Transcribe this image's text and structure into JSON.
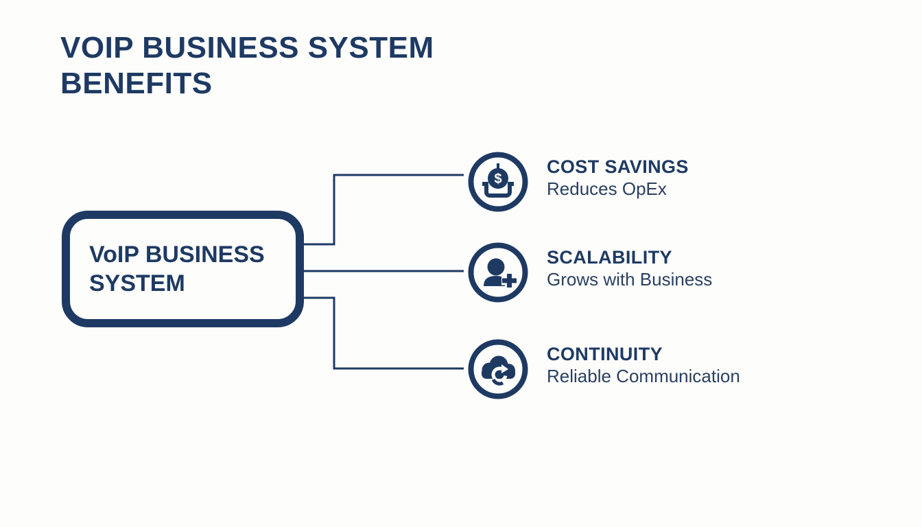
{
  "page_title": "VOIP BUSINESS SYSTEM BENEFITS",
  "center_node": {
    "label": "VoIP BUSINESS SYSTEM"
  },
  "benefits": [
    {
      "icon": "coin-deposit-icon",
      "title": "COST SAVINGS",
      "subtitle": "Reduces OpEx"
    },
    {
      "icon": "user-plus-icon",
      "title": "SCALABILITY",
      "subtitle": "Grows with Business"
    },
    {
      "icon": "cloud-sync-icon",
      "title": "CONTINUITY",
      "subtitle": "Reliable Communication"
    }
  ],
  "colors": {
    "navy": "#1e3a63",
    "subtitle_navy": "#2a405f",
    "background": "#fdfdfc"
  }
}
